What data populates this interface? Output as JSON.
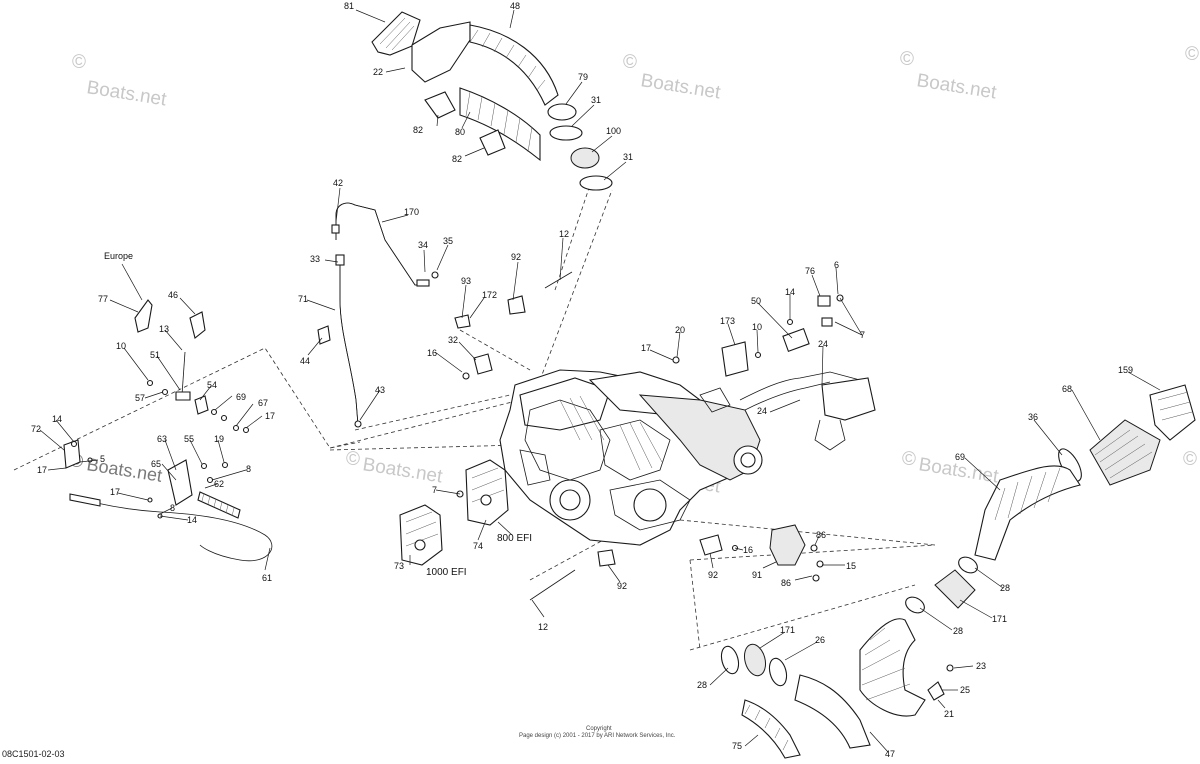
{
  "watermark": {
    "text": "Boats.net",
    "mark": "©"
  },
  "diagram_ref": "08C1501-02-03",
  "copyright": {
    "title": "Copyright",
    "line": "Page design (c) 2001 - 2017 by ARI Network Services, Inc."
  },
  "labels": {
    "europe": "Europe",
    "efi_800": "800 EFI",
    "efi_1000": "1000 EFI"
  },
  "callouts": [
    {
      "id": "c81",
      "text": "81"
    },
    {
      "id": "c48",
      "text": "48"
    },
    {
      "id": "c22",
      "text": "22"
    },
    {
      "id": "c79",
      "text": "79"
    },
    {
      "id": "c31a",
      "text": "31"
    },
    {
      "id": "c82a",
      "text": "82"
    },
    {
      "id": "c80",
      "text": "80"
    },
    {
      "id": "c100",
      "text": "100"
    },
    {
      "id": "c82b",
      "text": "82"
    },
    {
      "id": "c31b",
      "text": "31"
    },
    {
      "id": "c42",
      "text": "42"
    },
    {
      "id": "c170",
      "text": "170"
    },
    {
      "id": "c34",
      "text": "34"
    },
    {
      "id": "c35",
      "text": "35"
    },
    {
      "id": "c33",
      "text": "33"
    },
    {
      "id": "c12a",
      "text": "12"
    },
    {
      "id": "c92a",
      "text": "92"
    },
    {
      "id": "c93",
      "text": "93"
    },
    {
      "id": "c172",
      "text": "172"
    },
    {
      "id": "c71",
      "text": "71"
    },
    {
      "id": "c44",
      "text": "44"
    },
    {
      "id": "c32",
      "text": "32"
    },
    {
      "id": "c16a",
      "text": "16"
    },
    {
      "id": "c43",
      "text": "43"
    },
    {
      "id": "c76",
      "text": "76"
    },
    {
      "id": "c6",
      "text": "6"
    },
    {
      "id": "c14a",
      "text": "14"
    },
    {
      "id": "c50",
      "text": "50"
    },
    {
      "id": "c173",
      "text": "173"
    },
    {
      "id": "c10a",
      "text": "10"
    },
    {
      "id": "c7a",
      "text": "7"
    },
    {
      "id": "c20",
      "text": "20"
    },
    {
      "id": "c17a",
      "text": "17"
    },
    {
      "id": "c24a",
      "text": "24"
    },
    {
      "id": "c24b",
      "text": "24"
    },
    {
      "id": "c159",
      "text": "159"
    },
    {
      "id": "c68",
      "text": "68"
    },
    {
      "id": "c36",
      "text": "36"
    },
    {
      "id": "c69",
      "text": "69"
    },
    {
      "id": "c77",
      "text": "77"
    },
    {
      "id": "c46",
      "text": "46"
    },
    {
      "id": "c13",
      "text": "13"
    },
    {
      "id": "c10b",
      "text": "10"
    },
    {
      "id": "c51",
      "text": "51"
    },
    {
      "id": "c57",
      "text": "57"
    },
    {
      "id": "c54",
      "text": "54"
    },
    {
      "id": "c69b",
      "text": "69"
    },
    {
      "id": "c67",
      "text": "67"
    },
    {
      "id": "c17b",
      "text": "17"
    },
    {
      "id": "c14b",
      "text": "14"
    },
    {
      "id": "c72",
      "text": "72"
    },
    {
      "id": "c5",
      "text": "5"
    },
    {
      "id": "c17c",
      "text": "17"
    },
    {
      "id": "c63",
      "text": "63"
    },
    {
      "id": "c55",
      "text": "55"
    },
    {
      "id": "c19",
      "text": "19"
    },
    {
      "id": "c65",
      "text": "65"
    },
    {
      "id": "c8a",
      "text": "8"
    },
    {
      "id": "c62",
      "text": "62"
    },
    {
      "id": "c17d",
      "text": "17"
    },
    {
      "id": "c8b",
      "text": "8"
    },
    {
      "id": "c14c",
      "text": "14"
    },
    {
      "id": "c7b",
      "text": "7"
    },
    {
      "id": "c74",
      "text": "74"
    },
    {
      "id": "c73",
      "text": "73"
    },
    {
      "id": "c61",
      "text": "61"
    },
    {
      "id": "c92b",
      "text": "92"
    },
    {
      "id": "c12b",
      "text": "12"
    },
    {
      "id": "c92c",
      "text": "92"
    },
    {
      "id": "c16b",
      "text": "16"
    },
    {
      "id": "c91",
      "text": "91"
    },
    {
      "id": "c86a",
      "text": "86"
    },
    {
      "id": "c86b",
      "text": "86"
    },
    {
      "id": "c15",
      "text": "15"
    },
    {
      "id": "c28a",
      "text": "28"
    },
    {
      "id": "c171a",
      "text": "171"
    },
    {
      "id": "c28b",
      "text": "28"
    },
    {
      "id": "c171b",
      "text": "171"
    },
    {
      "id": "c26",
      "text": "26"
    },
    {
      "id": "c28c",
      "text": "28"
    },
    {
      "id": "c23",
      "text": "23"
    },
    {
      "id": "c25",
      "text": "25"
    },
    {
      "id": "c21",
      "text": "21"
    },
    {
      "id": "c75",
      "text": "75"
    },
    {
      "id": "c47",
      "text": "47"
    }
  ]
}
